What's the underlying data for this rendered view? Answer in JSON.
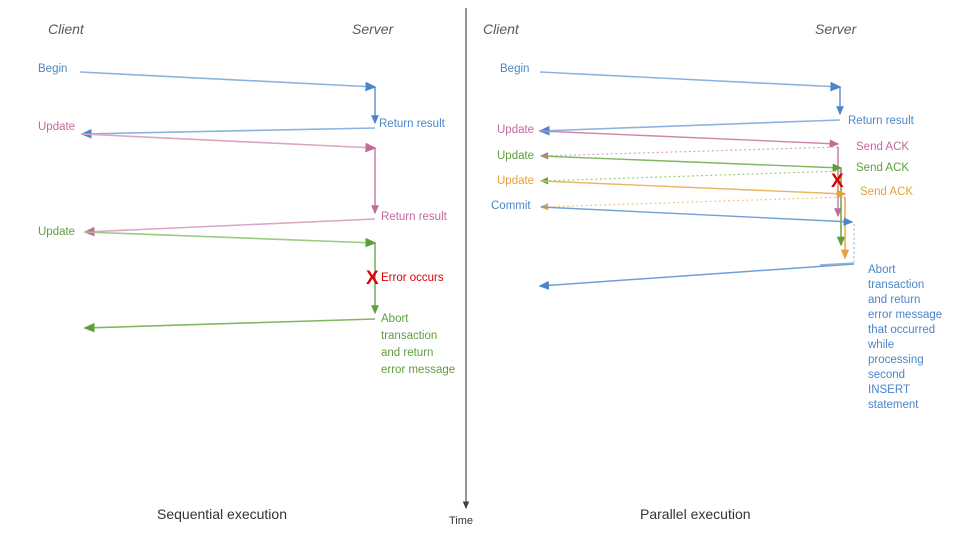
{
  "diagram": {
    "title_left": "Sequential execution",
    "title_right": "Parallel execution",
    "time_axis_label": "Time",
    "colors": {
      "blue": "#4a86c8",
      "blue_light": "#8ab4e0",
      "pink": "#c4699b",
      "pink_light": "#dba6c4",
      "green": "#5d9e3f",
      "green_light": "#9ccb7f",
      "orange": "#e5a13c",
      "orange_light": "#f2c583",
      "red": "#e00000",
      "axis": "#404040",
      "actor": "#5a5a5a"
    }
  },
  "left_panel": {
    "actor_client": "Client",
    "actor_server": "Server",
    "caption": "Sequential execution",
    "messages": [
      {
        "label": "Begin",
        "color": "blue"
      },
      {
        "label": "Return result",
        "color": "blue"
      },
      {
        "label": "Update",
        "color": "pink"
      },
      {
        "label": "Return result",
        "color": "pink"
      },
      {
        "label": "Update",
        "color": "green"
      },
      {
        "label": "Error occurs",
        "color": "red"
      },
      {
        "label": "Abort\ntransaction\nand return\nerror message",
        "color": "green"
      }
    ],
    "error_marker": "X",
    "error_text": "Error occurs",
    "abort_text": "Abort transaction and return error message"
  },
  "right_panel": {
    "actor_client": "Client",
    "actor_server": "Server",
    "caption": "Parallel execution",
    "messages": [
      {
        "label": "Begin",
        "color": "blue"
      },
      {
        "label": "Return result",
        "color": "blue"
      },
      {
        "label": "Update",
        "color": "pink"
      },
      {
        "label": "Send ACK",
        "color": "pink"
      },
      {
        "label": "Update",
        "color": "green"
      },
      {
        "label": "Send ACK",
        "color": "green"
      },
      {
        "label": "Update",
        "color": "orange"
      },
      {
        "label": "Send ACK",
        "color": "orange"
      },
      {
        "label": "Commit",
        "color": "blue"
      }
    ],
    "error_marker": "X",
    "abort_text": "Abort transaction and return error message that occurred while processing second INSERT statement"
  },
  "labels": {
    "begin": "Begin",
    "update": "Update",
    "commit": "Commit",
    "return_result": "Return result",
    "send_ack": "Send ACK",
    "error_occurs": "Error occurs",
    "x_mark": "X",
    "abort_left_l1": "Abort",
    "abort_left_l2": "transaction",
    "abort_left_l3": "and return",
    "abort_left_l4": "error message",
    "abort_right_l1": "Abort",
    "abort_right_l2": "transaction",
    "abort_right_l3": "and return",
    "abort_right_l4": "error message",
    "abort_right_l5": "that occurred",
    "abort_right_l6": "while",
    "abort_right_l7": "processing",
    "abort_right_l8": "second",
    "abort_right_l9": "INSERT",
    "abort_right_l10": "statement"
  }
}
